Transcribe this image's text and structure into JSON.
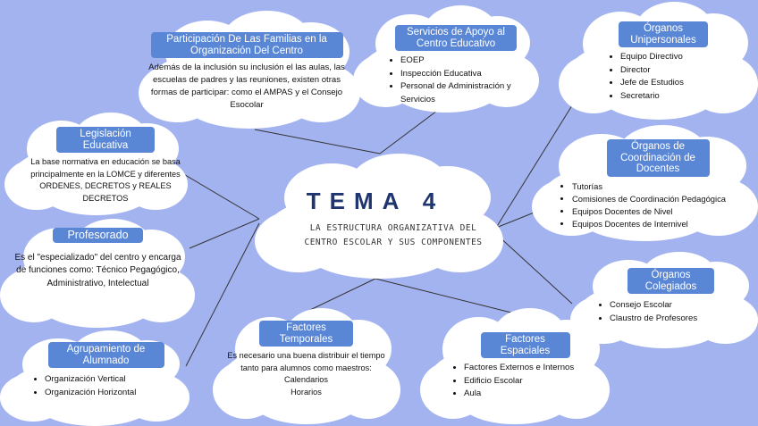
{
  "colors": {
    "background": "#a3b3f0",
    "label": "#5a86d6",
    "title": "#1e3570"
  },
  "center": {
    "title": "TEMA 4",
    "subtitle": "LA ESTRUCTURA ORGANIZATIVA DEL CENTRO ESCOLAR Y SUS COMPONENTES"
  },
  "familias": {
    "label": "Participación De Las Familias en la Organización Del Centro",
    "text": "Además de la inclusión su inclusión el las aulas, las escuelas de padres y las reuniones, existen otras formas de participar: como el AMPAS y el Consejo Esocolar"
  },
  "servicios": {
    "label": "Servicios de Apoyo al Centro Educativo",
    "items": [
      "EOEP",
      "Inspección Educativa",
      "Personal de Administración y Servicios"
    ]
  },
  "unipersonales": {
    "label": "Órganos Unipersonales",
    "items": [
      "Equipo Directivo",
      "Director",
      "Jefe de Estudios",
      "Secretario"
    ]
  },
  "legislacion": {
    "label": "Legislación Educativa",
    "text": "La base normativa en educación se basa principalmente en la LOMCE y diferentes ORDENES, DECRETOS y REALES DECRETOS"
  },
  "coordinacion": {
    "label": "Órganos de Coordinación de Docentes",
    "items": [
      "Tutorías",
      "Comisiones de Coordinación Pedagógica",
      "Equipos Docentes de Nivel",
      "Equipos Docentes de Internivel"
    ]
  },
  "profesorado": {
    "label": "Profesorado",
    "text": "Es el \"especializado\" del centro y encarga de funciones como: Técnico Pegagógico, Administrativo, Intelectual"
  },
  "colegiados": {
    "label": "Órganos Colegiados",
    "items": [
      "Consejo Escolar",
      "Claustro de Profesores"
    ]
  },
  "agrupamiento": {
    "label": "Agrupamiento de Alumnado",
    "items": [
      "Organización Vertical",
      "Organización Horizontal"
    ]
  },
  "temporales": {
    "label": "Factores Temporales",
    "text": "Es necesario una buena  distribuir el tiempo tanto para alumnos como maestros:",
    "extra": [
      "Calendarios",
      "Horarios"
    ]
  },
  "espaciales": {
    "label": "Factores Espaciales",
    "items": [
      "Factores Externos e Internos",
      "Edificio Escolar",
      "Aula"
    ]
  }
}
